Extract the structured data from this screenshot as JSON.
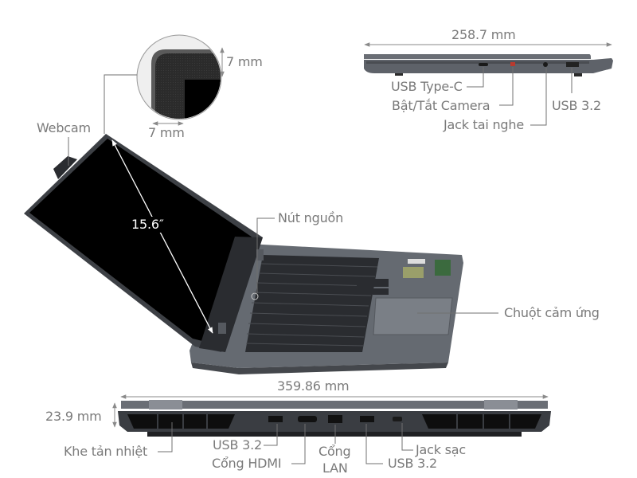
{
  "side_view": {
    "width_label": "258.7 mm",
    "callouts": [
      {
        "label": "USB Type-C"
      },
      {
        "label": "Bật/Tắt Camera"
      },
      {
        "label": "Jack tai nghe"
      },
      {
        "label": "USB 3.2"
      }
    ]
  },
  "bezel_detail": {
    "vertical_label": "7 mm",
    "horizontal_label": "7 mm"
  },
  "main_view": {
    "webcam_label": "Webcam",
    "screen_size_label": "15.6″",
    "power_button_label": "Nút nguồn",
    "touchpad_label": "Chuột cảm ứng"
  },
  "rear_view": {
    "width_label": "359.86 mm",
    "height_label": "23.9 mm",
    "callouts": [
      {
        "label": "Khe tản nhiệt"
      },
      {
        "label": "USB 3.2"
      },
      {
        "label": "Cổng HDMI"
      },
      {
        "label": "Cổng",
        "label2": "LAN"
      },
      {
        "label": "USB 3.2"
      },
      {
        "label": "Jack sạc"
      }
    ]
  },
  "colors": {
    "label_text": "#7a7a7a",
    "chassis": "#5f646b",
    "chassis_dark": "#3a3d42",
    "screen": "#000000",
    "camera_toggle": "#c0392b"
  }
}
